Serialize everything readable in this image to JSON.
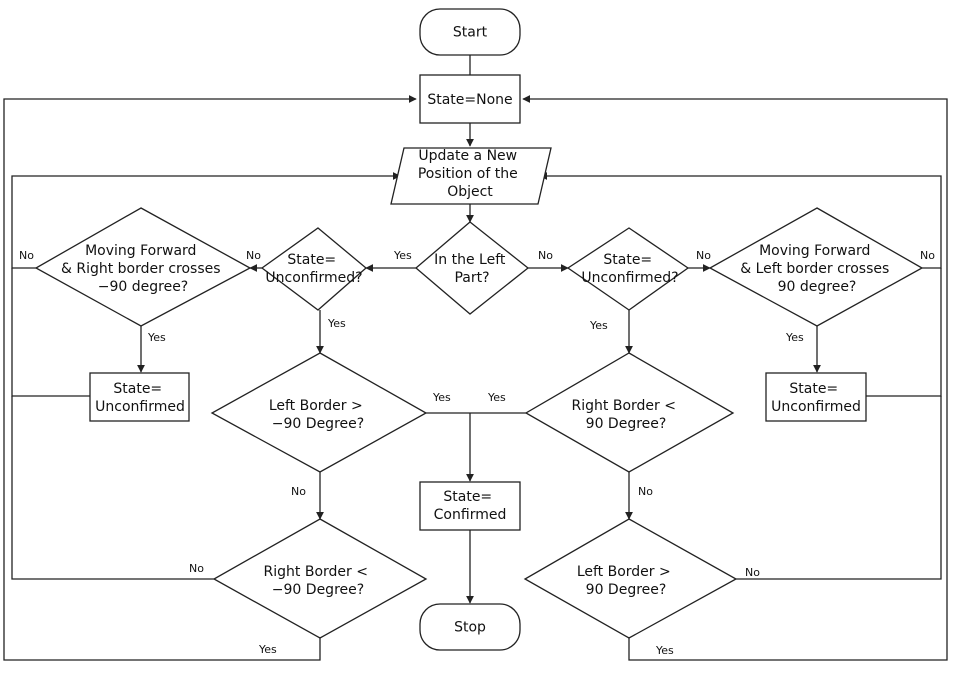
{
  "nodes": {
    "start": [
      "Start"
    ],
    "state_none": [
      "State=None"
    ],
    "update": [
      "Update a New",
      "Position of the",
      "Object"
    ],
    "left_part": [
      "In the Left",
      "Part?"
    ],
    "unconf_q_left": [
      "State=",
      "Unconfirmed?"
    ],
    "unconf_q_right": [
      "State=",
      "Unconfirmed?"
    ],
    "moving_left": [
      "Moving Forward",
      "& Right border crosses",
      "−90 degree?"
    ],
    "moving_right": [
      "Moving Forward",
      "& Left border crosses",
      "90 degree?"
    ],
    "set_unconf_left": [
      "State=",
      "Unconfirmed"
    ],
    "set_unconf_right": [
      "State=",
      "Unconfirmed"
    ],
    "left_border_gt": [
      "Left Border >",
      "−90 Degree?"
    ],
    "right_border_lt": [
      "Right Border <",
      "90 Degree?"
    ],
    "confirmed": [
      "State=",
      "Confirmed"
    ],
    "right_border_lt_neg": [
      "Right Border <",
      "−90 Degree?"
    ],
    "left_border_gt_pos": [
      "Left Border >",
      "90 Degree?"
    ],
    "stop": [
      "Stop"
    ]
  },
  "edge_labels": {
    "left_part_yes": "Yes",
    "left_part_no": "No",
    "unconf_left_no": "No",
    "unconf_left_yes": "Yes",
    "moving_left_no": "No",
    "moving_left_yes": "Yes",
    "unconf_right_no": "No",
    "unconf_right_yes": "Yes",
    "moving_right_no": "No",
    "moving_right_yes": "Yes",
    "left_border_yes": "Yes",
    "left_border_no": "No",
    "right_border_yes": "Yes",
    "right_border_no": "No",
    "right_border_neg_no": "No",
    "right_border_neg_yes": "Yes",
    "left_border_pos_no": "No",
    "left_border_pos_yes": "Yes"
  }
}
